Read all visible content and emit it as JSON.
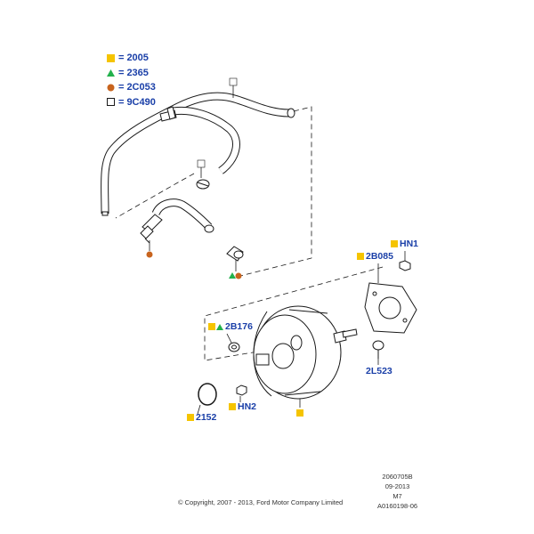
{
  "legend": [
    {
      "symbol": "yellow-square",
      "eq": "=",
      "code": "2005"
    },
    {
      "symbol": "green-triangle",
      "eq": "=",
      "code": "2365"
    },
    {
      "symbol": "orange-circle",
      "eq": "=",
      "code": "2C053"
    },
    {
      "symbol": "white-square",
      "eq": "=",
      "code": "9C490"
    }
  ],
  "callouts": {
    "hn1": "HN1",
    "b085": "2B085",
    "b176": "2B176",
    "l523": "2L523",
    "hn2": "HN2",
    "c2152": "2152"
  },
  "meta": {
    "line1": "2060705B",
    "line2": "09-2013",
    "line3": "M7",
    "line4": "A0160198-06"
  },
  "copyright": "© Copyright, 2007 - 2013, Ford Motor Company Limited",
  "colors": {
    "label": "#1a3fa8",
    "yellow": "#f5c400",
    "green": "#22b14c",
    "orange": "#c8641e",
    "line": "#1a1a1a"
  }
}
